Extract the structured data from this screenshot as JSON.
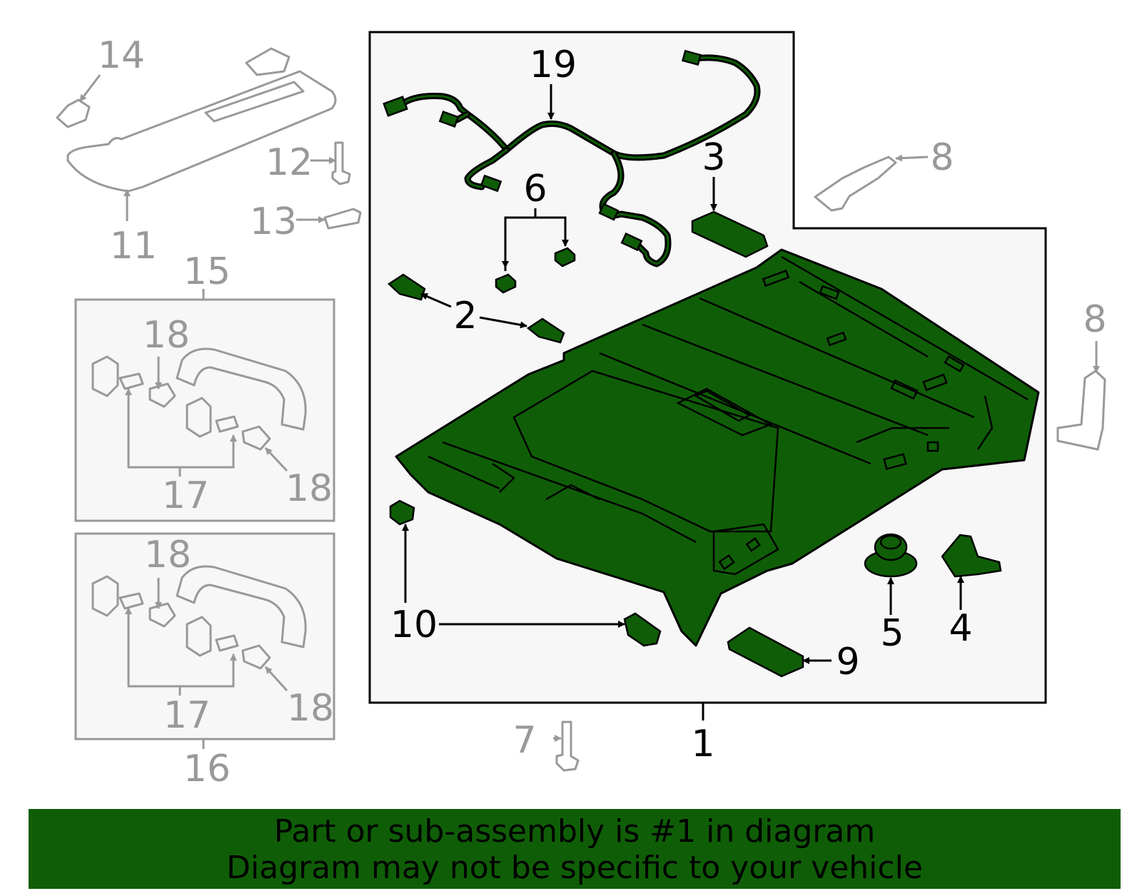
{
  "colors": {
    "highlight": "#0f5e07",
    "callout_dark": "#000000",
    "callout_grey": "#999999",
    "panel_fill": "#f7f7f7"
  },
  "callouts": {
    "c1": "1",
    "c2": "2",
    "c3": "3",
    "c4": "4",
    "c5": "5",
    "c6": "6",
    "c7": "7",
    "c8a": "8",
    "c8b": "8",
    "c9": "9",
    "c10": "10",
    "c11": "11",
    "c12": "12",
    "c13": "13",
    "c14": "14",
    "c15": "15",
    "c16": "16",
    "c17a": "17",
    "c17b": "17",
    "c18a": "18",
    "c18b": "18",
    "c18c": "18",
    "c18d": "18",
    "c19": "19"
  },
  "banner": {
    "line1": "Part or sub-assembly is #1 in diagram",
    "line2": "Diagram may not be specific to your vehicle"
  }
}
